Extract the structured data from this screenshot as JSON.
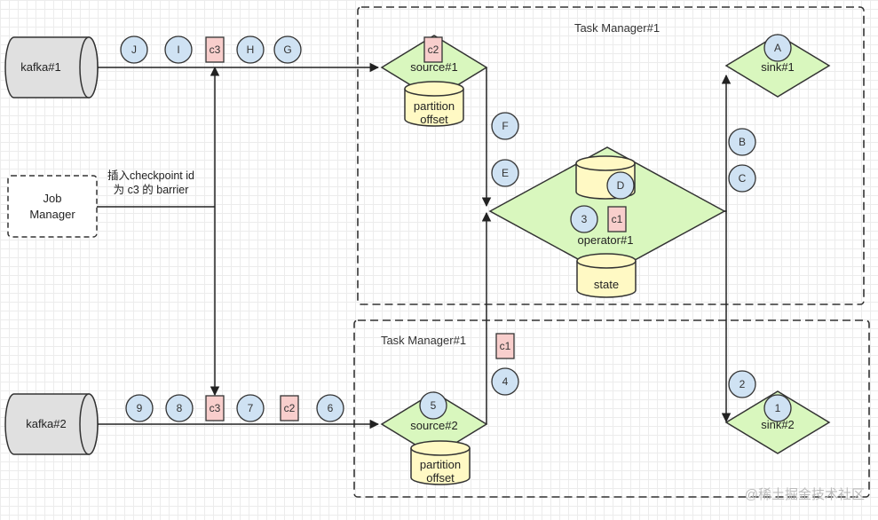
{
  "task_managers": {
    "tm1_title": "Task Manager#1",
    "tm2_title": "Task Manager#1"
  },
  "kafka": {
    "kafka1": "kafka#1",
    "kafka2": "kafka#2"
  },
  "job_manager": {
    "line1": "Job",
    "line2": "Manager"
  },
  "annotation": {
    "line1": "插入checkpoint id",
    "line2": "为 c3 的 barrier"
  },
  "nodes": {
    "source1": "source#1",
    "source2": "source#2",
    "operator1": "operator#1",
    "sink1": "sink#1",
    "sink2": "sink#2"
  },
  "storage": {
    "partition_offset_1": [
      "partition",
      "offset"
    ],
    "partition_offset_2": [
      "partition",
      "offset"
    ],
    "state": "state"
  },
  "records": {
    "kafka1_stream": [
      "J",
      "I",
      "H",
      "G"
    ],
    "kafka2_stream": [
      "9",
      "8",
      "7",
      "6"
    ],
    "source2_record": "5",
    "source2_to_op": "4",
    "operator_record": "3",
    "op_to_sink2": "2",
    "sink2_record": "1",
    "source1_to_op": [
      "F",
      "E"
    ],
    "op_to_sink1": [
      "B",
      "C"
    ],
    "operator_state_record": "D",
    "sink1_record": "A"
  },
  "barriers": {
    "kafka1_c3": "c3",
    "source1_c2": "c2",
    "operator_c1": "c1",
    "kafka2_c3": "c3",
    "kafka2_c2": "c2",
    "source2_c1": "c1"
  },
  "watermark": "@稀土掘金技术社区",
  "colors": {
    "record_fill": "#cfe2f3",
    "barrier_fill": "#f8cecc",
    "node_fill": "#d9f7be",
    "storage_fill": "#fff9c4",
    "kafka_fill": "#e0e0e0"
  }
}
